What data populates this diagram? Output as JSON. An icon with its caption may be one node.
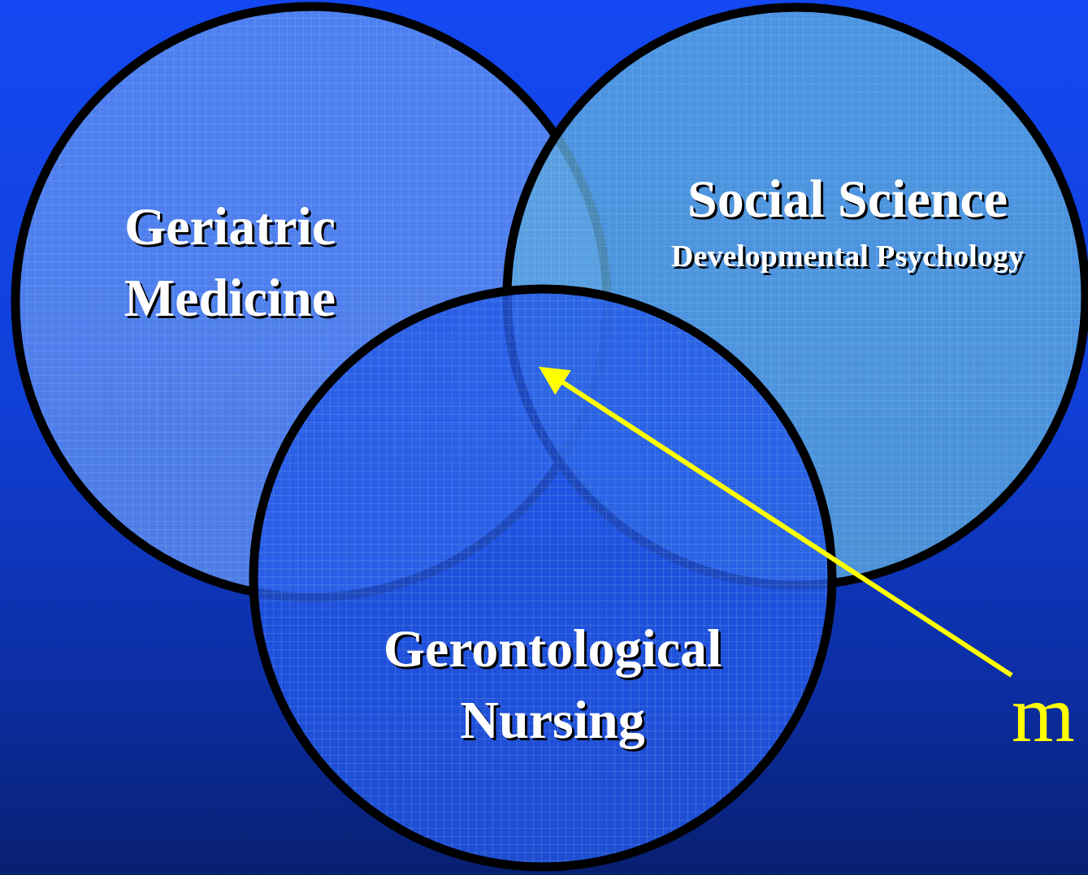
{
  "diagram": {
    "nodes": [
      {
        "text": [
          "Geriatric Medicine"
        ]
      },
      {
        "text": [
          "Social Science",
          "Developmental Psychology"
        ]
      },
      {
        "text": [
          "Gerontological Nursing"
        ]
      },
      {
        "text": [
          "m"
        ]
      }
    ],
    "edges": [
      {
        "from": 3,
        "to": 1,
        "arrow": "to",
        "color": "#ffff00"
      }
    ]
  }
}
